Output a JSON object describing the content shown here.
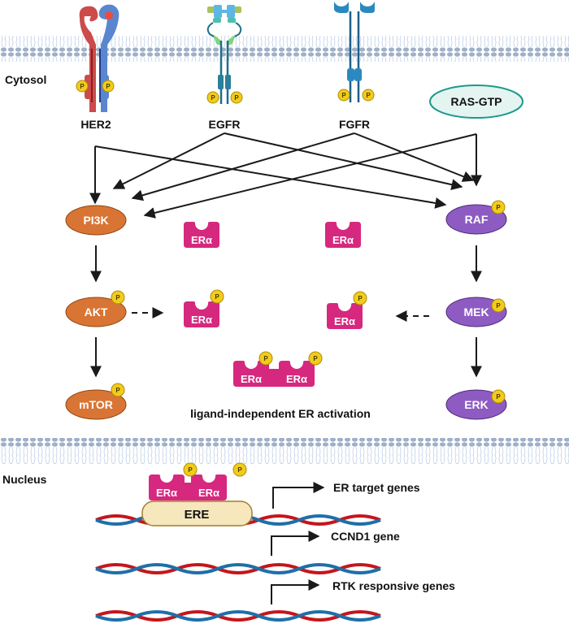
{
  "regions": {
    "cytosol": "Cytosol",
    "nucleus": "Nucleus"
  },
  "receptors": [
    {
      "label": "HER2"
    },
    {
      "label": "EGFR"
    },
    {
      "label": "FGFR"
    }
  ],
  "ras": {
    "label": "RAS-GTP"
  },
  "nodes": {
    "pi3k": "PI3K",
    "akt": "AKT",
    "mtor": "mTOR",
    "raf": "RAF",
    "mek": "MEK",
    "erk": "ERK"
  },
  "er": {
    "label": "ERα",
    "phospho": "P"
  },
  "activation_caption": "ligand-independent ER activation",
  "ere_label": "ERE",
  "genes": [
    {
      "label": "ER target genes"
    },
    {
      "label": "CCND1 gene"
    },
    {
      "label": "RTK responsive genes"
    }
  ],
  "colors": {
    "pi3k_pathway": "#d97534",
    "raf_pathway": "#8e5bc2",
    "er_alpha": "#d6287e",
    "phospho": "#f2cc1c",
    "ras_fill": "#e3f4f1",
    "ras_stroke": "#1d9a8c",
    "ere_fill": "#f6e7bd",
    "dna_red": "#c4161c",
    "dna_blue": "#1f6fa8",
    "membrane": "#9fb3cf"
  }
}
